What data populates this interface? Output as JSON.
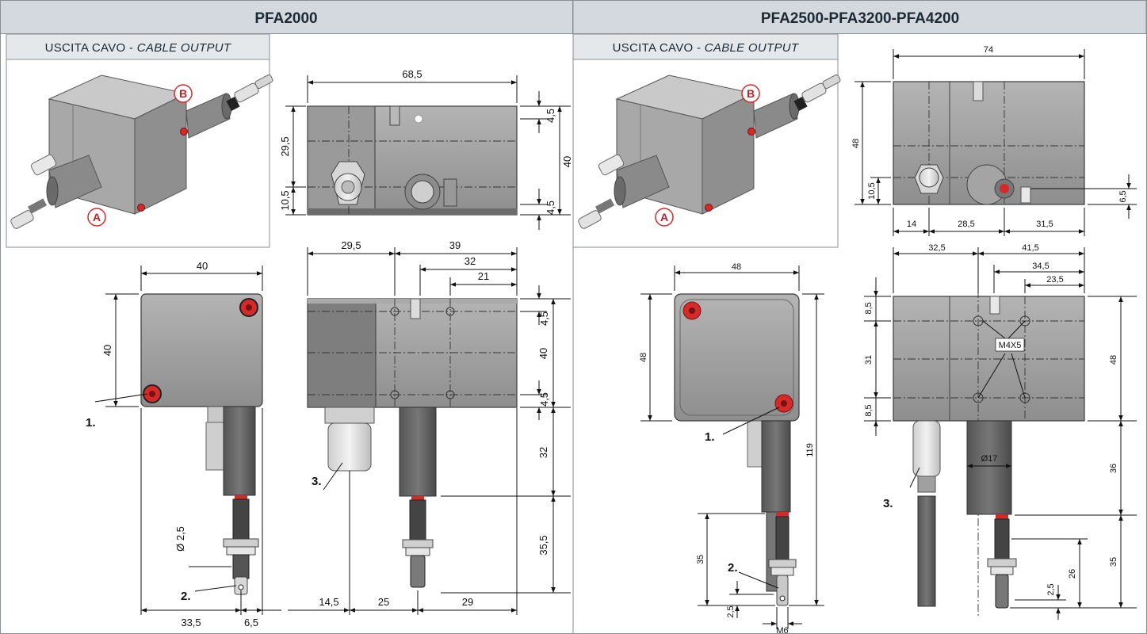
{
  "headers": {
    "left": "PFA2000",
    "right": "PFA2500-PFA3200-PFA4200"
  },
  "subheader": {
    "italian": "USCITA CAVO - ",
    "english": "CABLE OUTPUT"
  },
  "point_labels": {
    "a": "A",
    "b": "B"
  },
  "callouts": {
    "one": "1.",
    "two": "2.",
    "three": "3."
  },
  "left_dims": {
    "top_width": "68,5",
    "top_h_left": "29,5",
    "top_h_low": "10,5",
    "top_right_top": "4,5",
    "top_right_bot": "4,5",
    "top_height": "40",
    "front_width": "40",
    "front_height": "40",
    "pin_diameter": "Ø 2,5",
    "front_bottom_a": "33,5",
    "front_bottom_b": "6,5",
    "side_a": "29,5",
    "side_b": "39",
    "side_c": "32",
    "side_d": "21",
    "side_r1": "4,5",
    "side_r2": "40",
    "side_r3": "4,5",
    "side_r4": "32",
    "side_r5": "35,5",
    "side_bot_a": "14,5",
    "side_bot_b": "25",
    "side_bot_c": "29"
  },
  "right_dims": {
    "top_width": "74",
    "top_height": "48",
    "top_h_low": "10,5",
    "top_r": "6,5",
    "top_bot_a": "14",
    "top_bot_b": "28,5",
    "top_bot_c": "31,5",
    "front_width": "48",
    "front_height": "48",
    "overall": "119",
    "pin_len": "35",
    "pin_gap": "2,5",
    "thread": "M6",
    "side_a": "32,5",
    "side_b": "41,5",
    "side_c": "34,5",
    "side_d": "23,5",
    "side_l1": "8,5",
    "side_l2": "31",
    "side_l3": "8,5",
    "hole_spec": "M4X5",
    "side_height": "48",
    "tube_diam": "Ø17",
    "side_r1": "36",
    "side_r2": "35",
    "side_r3": "26",
    "side_r4": "2,5"
  },
  "colors": {
    "header_bg": "#d3d9de",
    "body_fill": "#9c9c9c",
    "port_red": "#d42a2a",
    "border": "#8a8f94"
  }
}
